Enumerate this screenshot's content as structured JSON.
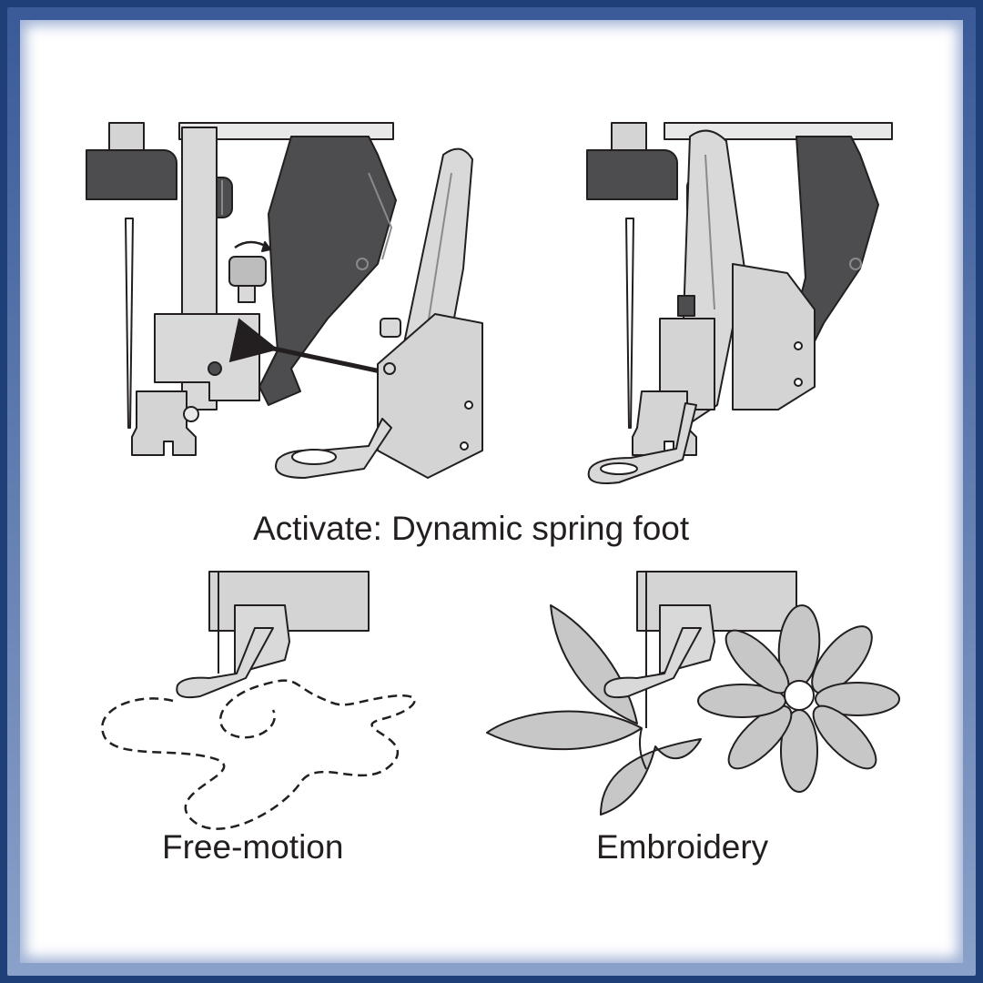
{
  "captions": {
    "activate": "Activate: Dynamic spring foot",
    "free_motion": "Free-motion",
    "embroidery": "Embroidery"
  },
  "colors": {
    "frame": "#1f3f78",
    "frame_glow": "#8aa1c9",
    "dark_part": "#4d4d4f",
    "light_part": "#d9d9da",
    "outline": "#231f20",
    "petal_fill": "#c7c7c8"
  },
  "icons": {
    "arrow": "arrow-left-icon",
    "rotate": "rotate-arrow-icon"
  }
}
